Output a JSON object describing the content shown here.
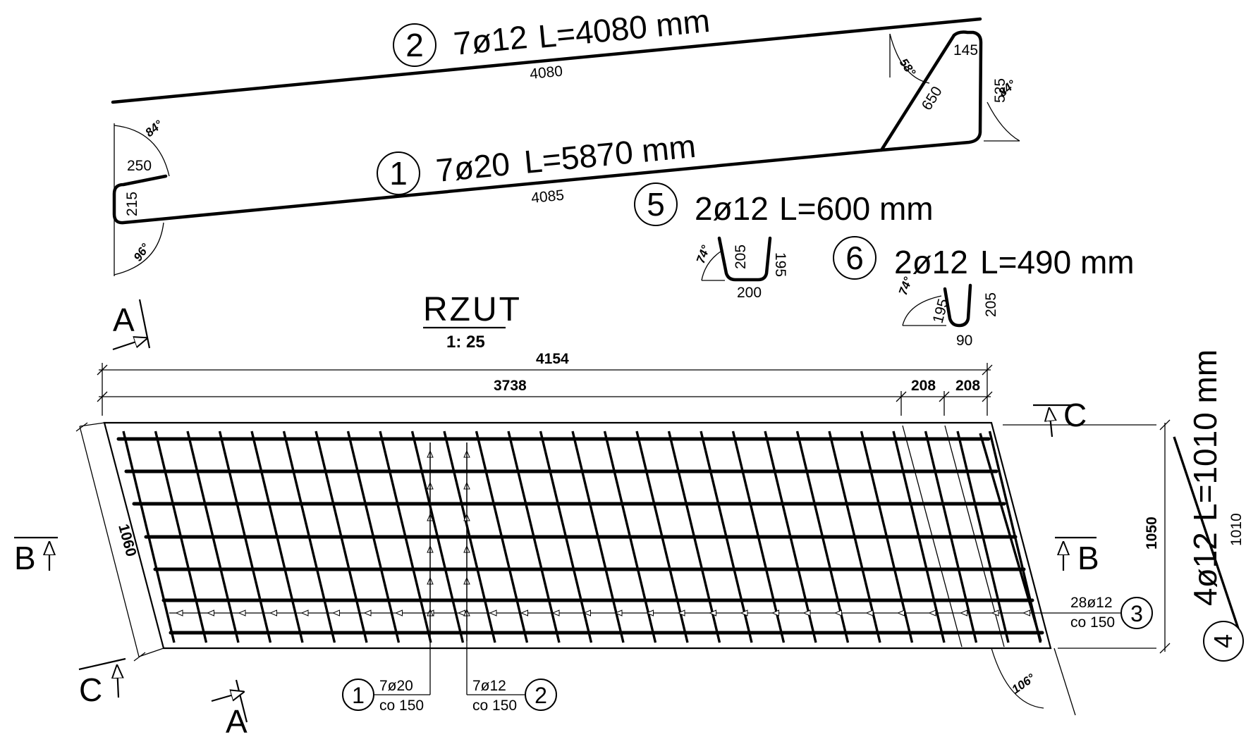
{
  "bars": {
    "b1": {
      "mark": "1",
      "spec": "7ø20",
      "length": "L=5870 mm",
      "seg_main": "4085",
      "seg_hook_top": "250",
      "seg_hook_side": "215",
      "angle_top": "84°",
      "angle_bottom": "96°"
    },
    "b2": {
      "mark": "2",
      "spec": "7ø12",
      "length": "L=4080 mm",
      "seg_main": "4080",
      "seg_top": "145",
      "seg_diag": "650",
      "seg_side": "525",
      "angle_a": "58°",
      "angle_b": "84°"
    },
    "b5": {
      "mark": "5",
      "spec": "2ø12",
      "length": "L=600 mm",
      "leg_left": "205",
      "leg_right": "195",
      "base": "200",
      "angle": "74°"
    },
    "b6": {
      "mark": "6",
      "spec": "2ø12",
      "length": "L=490 mm",
      "leg_left": "195",
      "leg_right": "205",
      "base": "90",
      "angle": "74°"
    },
    "b4": {
      "mark": "4",
      "spec": "4ø12",
      "length": "L=1010 mm",
      "seg": "1010"
    }
  },
  "plan": {
    "title": "RZUT",
    "scale": "1: 25",
    "dim_total": "4154",
    "dim_main": "3738",
    "dim_small_1": "208",
    "dim_small_2": "208",
    "dim_width_skew": "1060",
    "dim_width_right": "1050",
    "angle_corner": "106°"
  },
  "sections": {
    "a": "A",
    "b": "B",
    "c": "C"
  },
  "callouts": {
    "c1": {
      "mark": "1",
      "spec": "7ø20",
      "spacing": "co 150"
    },
    "c2": {
      "mark": "2",
      "spec": "7ø12",
      "spacing": "co 150"
    },
    "c3": {
      "mark": "3",
      "spec": "28ø12",
      "spacing": "co 150"
    }
  }
}
